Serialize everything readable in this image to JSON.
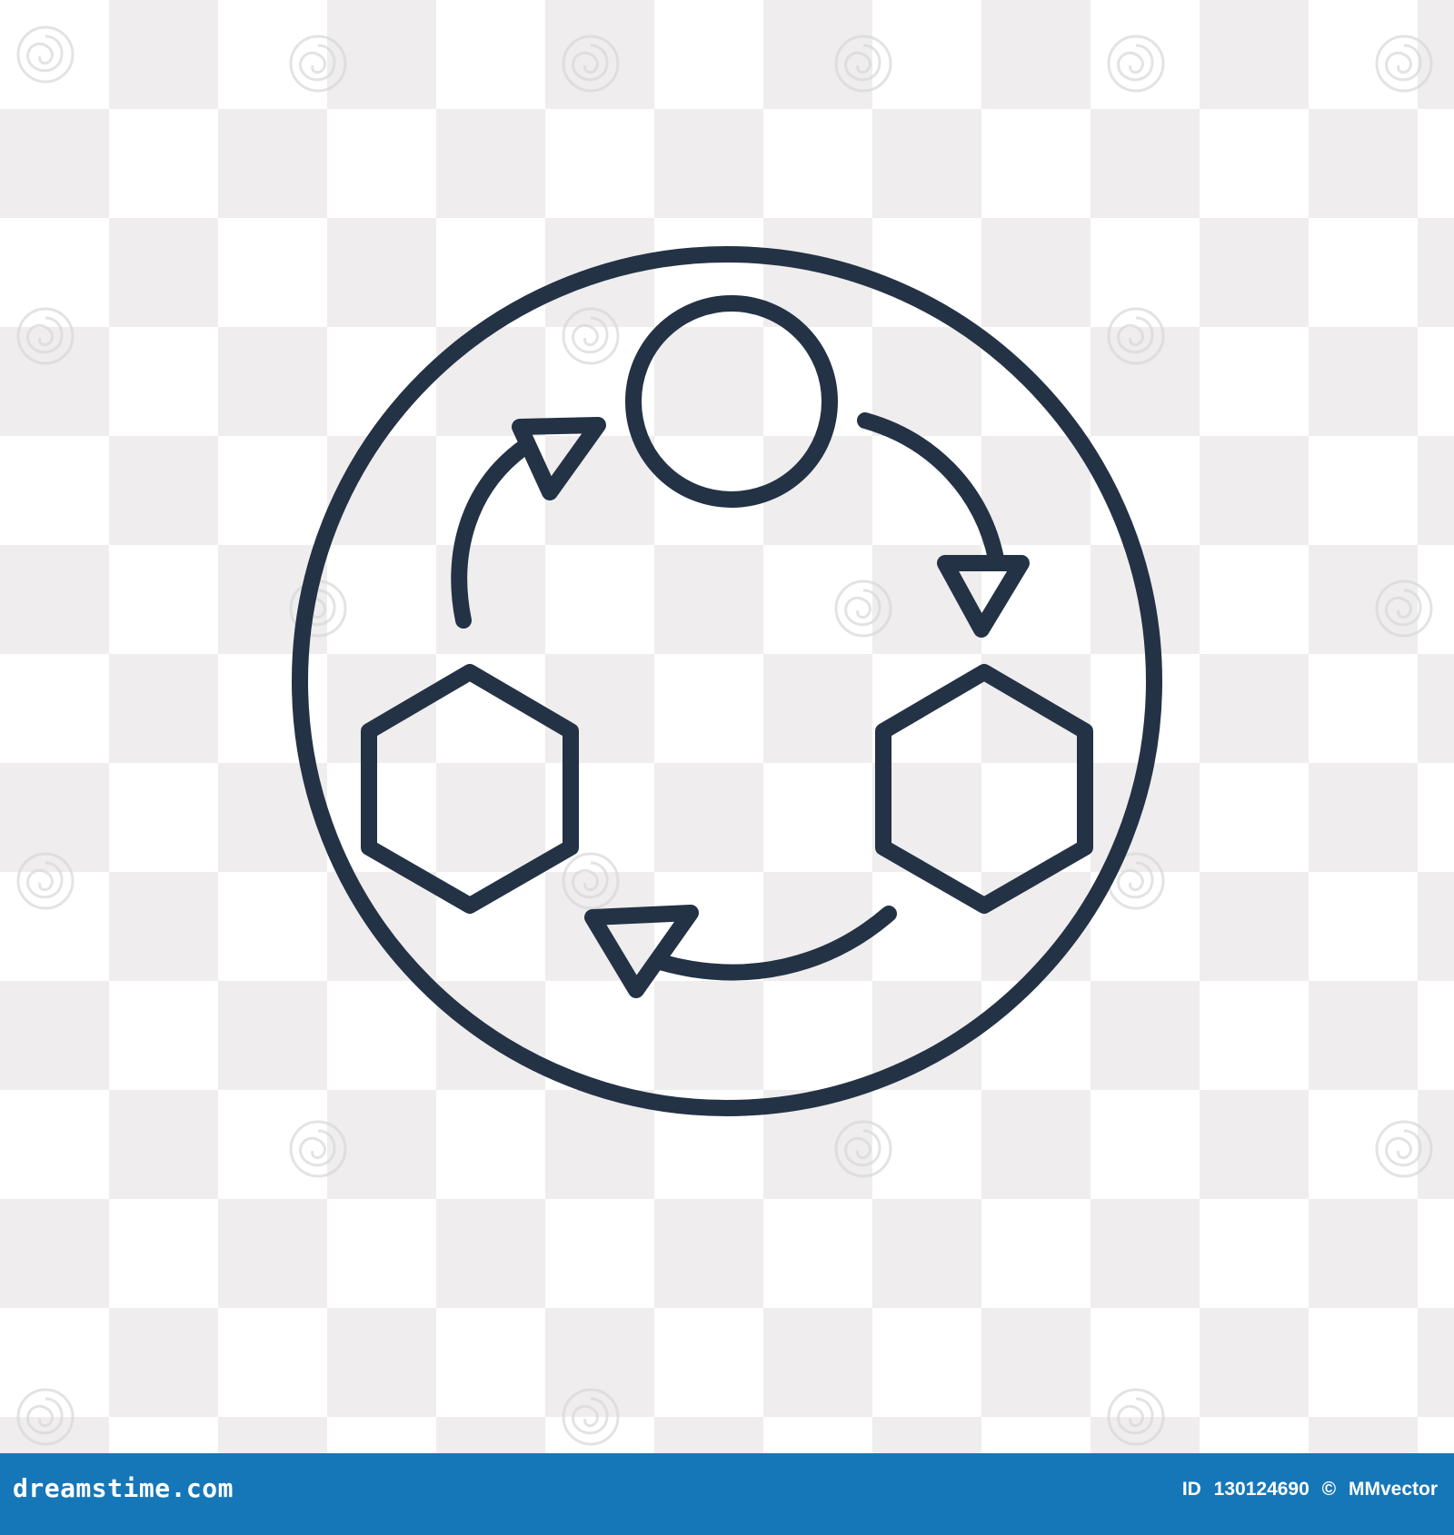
{
  "image": {
    "background": "transparent-checkerboard",
    "colors": {
      "checker_light": "#ffffff",
      "checker_dark": "#efeded",
      "stroke": "#233245",
      "footer_bg": "#1677b8",
      "footer_text": "#ffffff"
    }
  },
  "icon": {
    "name": "cycle-icon",
    "elements": [
      "outer-ring",
      "top-circle",
      "left-hexagon",
      "right-hexagon",
      "arrow-top-left",
      "arrow-top-right",
      "arrow-bottom"
    ]
  },
  "footer": {
    "brand": "dreamstime.com",
    "id_label": "ID",
    "id_value": "130124690",
    "copyright_symbol": "©",
    "author": "MMvector"
  }
}
